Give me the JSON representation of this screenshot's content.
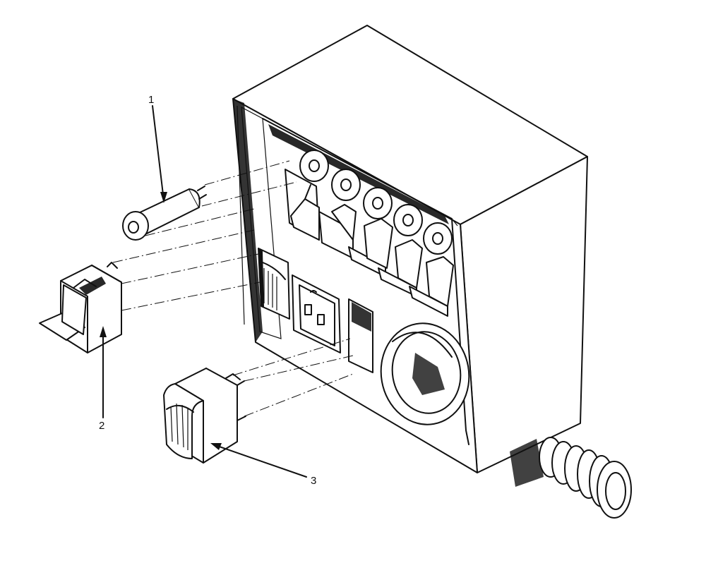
{
  "callouts": [
    {
      "id": "1",
      "label": "1"
    },
    {
      "id": "2",
      "label": "2"
    },
    {
      "id": "3",
      "label": "3"
    }
  ],
  "icons": [
    "fuse-holder-icon",
    "rocker-switch-icon",
    "meter-gauge-icon",
    "control-panel-housing-icon",
    "duct-hose-icon"
  ],
  "colors": {
    "ink": "#111111",
    "paper": "#ffffff"
  }
}
